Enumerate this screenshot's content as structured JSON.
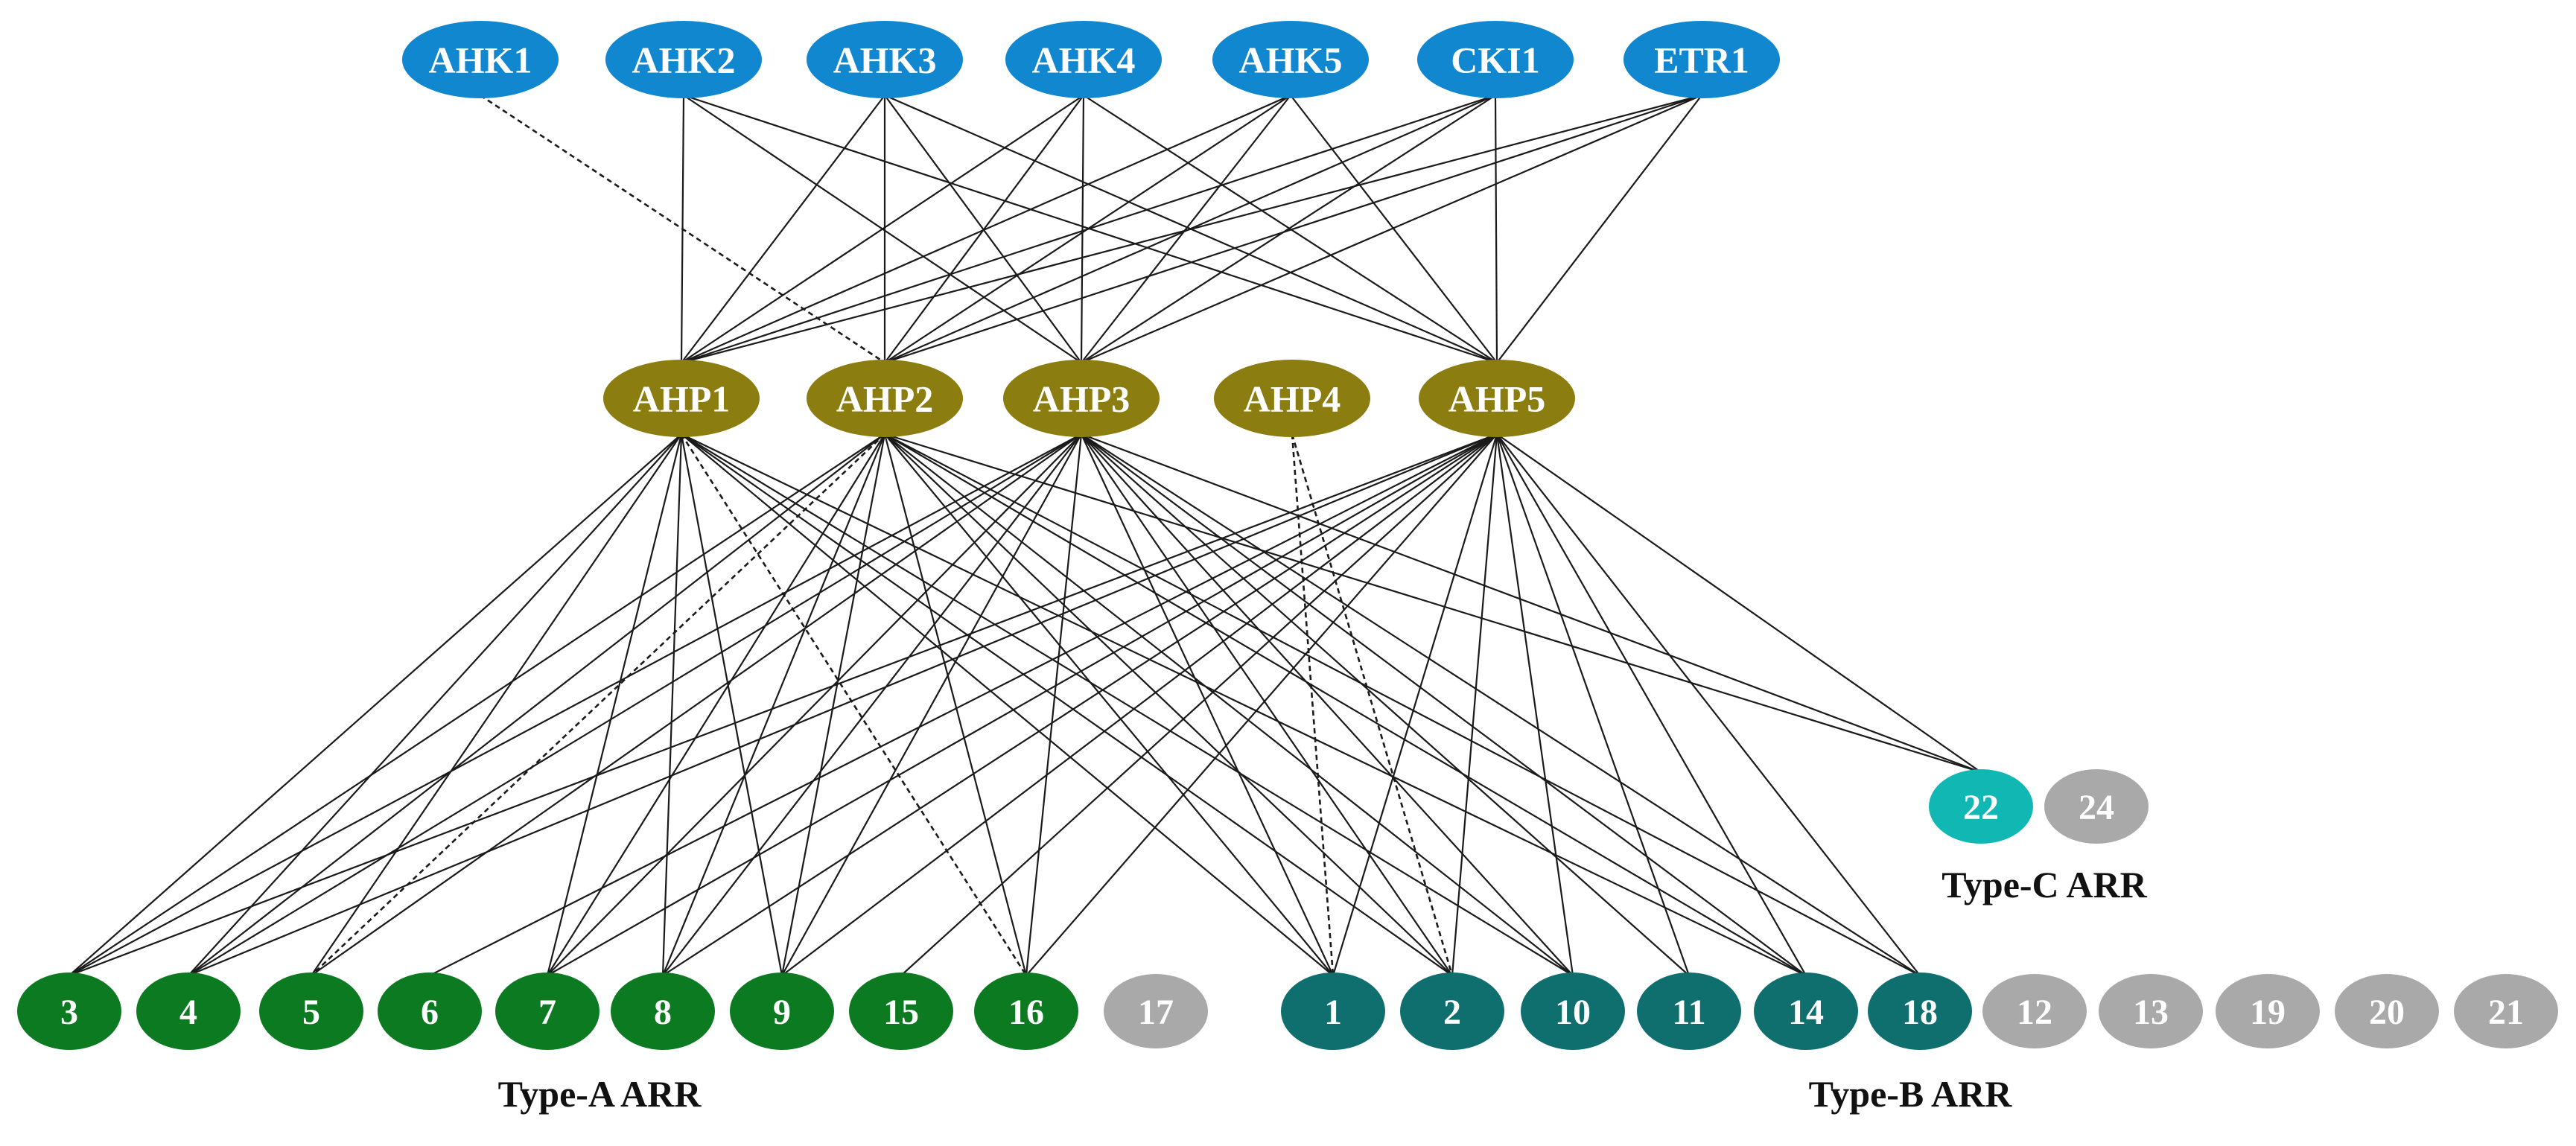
{
  "colors": {
    "ahk": "#1187cf",
    "ahp": "#8b7d0f",
    "type_a": "#0c7a21",
    "type_b": "#0e6f6e",
    "type_c": "#10b7b3",
    "inactive": "#a9a9a9",
    "edge": "#1a1a1a"
  },
  "groups": {
    "type_a": "Type-A ARR",
    "type_b": "Type-B ARR",
    "type_c": "Type-C ARR"
  },
  "nodes": [
    {
      "id": "AHK1",
      "label": "AHK1",
      "class": "ahk"
    },
    {
      "id": "AHK2",
      "label": "AHK2",
      "class": "ahk"
    },
    {
      "id": "AHK3",
      "label": "AHK3",
      "class": "ahk"
    },
    {
      "id": "AHK4",
      "label": "AHK4",
      "class": "ahk"
    },
    {
      "id": "AHK5",
      "label": "AHK5",
      "class": "ahk"
    },
    {
      "id": "CKI1",
      "label": "CKI1",
      "class": "ahk"
    },
    {
      "id": "ETR1",
      "label": "ETR1",
      "class": "ahk"
    },
    {
      "id": "AHP1",
      "label": "AHP1",
      "class": "ahp"
    },
    {
      "id": "AHP2",
      "label": "AHP2",
      "class": "ahp"
    },
    {
      "id": "AHP3",
      "label": "AHP3",
      "class": "ahp"
    },
    {
      "id": "AHP4",
      "label": "AHP4",
      "class": "ahp"
    },
    {
      "id": "AHP5",
      "label": "AHP5",
      "class": "ahp"
    },
    {
      "id": "A3",
      "label": "3",
      "class": "type_a"
    },
    {
      "id": "A4",
      "label": "4",
      "class": "type_a"
    },
    {
      "id": "A5",
      "label": "5",
      "class": "type_a"
    },
    {
      "id": "A6",
      "label": "6",
      "class": "type_a"
    },
    {
      "id": "A7",
      "label": "7",
      "class": "type_a"
    },
    {
      "id": "A8",
      "label": "8",
      "class": "type_a"
    },
    {
      "id": "A9",
      "label": "9",
      "class": "type_a"
    },
    {
      "id": "A15",
      "label": "15",
      "class": "type_a"
    },
    {
      "id": "A16",
      "label": "16",
      "class": "type_a"
    },
    {
      "id": "A17",
      "label": "17",
      "class": "inactive"
    },
    {
      "id": "B1",
      "label": "1",
      "class": "type_b"
    },
    {
      "id": "B2",
      "label": "2",
      "class": "type_b"
    },
    {
      "id": "B10",
      "label": "10",
      "class": "type_b"
    },
    {
      "id": "B11",
      "label": "11",
      "class": "type_b"
    },
    {
      "id": "B14",
      "label": "14",
      "class": "type_b"
    },
    {
      "id": "B18",
      "label": "18",
      "class": "type_b"
    },
    {
      "id": "B12",
      "label": "12",
      "class": "inactive"
    },
    {
      "id": "B13",
      "label": "13",
      "class": "inactive"
    },
    {
      "id": "B19",
      "label": "19",
      "class": "inactive"
    },
    {
      "id": "B20",
      "label": "20",
      "class": "inactive"
    },
    {
      "id": "B21",
      "label": "21",
      "class": "inactive"
    },
    {
      "id": "C22",
      "label": "22",
      "class": "type_c"
    },
    {
      "id": "C24",
      "label": "24",
      "class": "inactive"
    }
  ],
  "edges": [
    {
      "from": "AHK1",
      "to": "AHP2",
      "style": "dashed"
    },
    {
      "from": "AHK2",
      "to": "AHP1",
      "style": "solid"
    },
    {
      "from": "AHK2",
      "to": "AHP3",
      "style": "solid"
    },
    {
      "from": "AHK2",
      "to": "AHP5",
      "style": "solid"
    },
    {
      "from": "AHK3",
      "to": "AHP1",
      "style": "solid"
    },
    {
      "from": "AHK3",
      "to": "AHP2",
      "style": "solid"
    },
    {
      "from": "AHK3",
      "to": "AHP3",
      "style": "solid"
    },
    {
      "from": "AHK3",
      "to": "AHP5",
      "style": "solid"
    },
    {
      "from": "AHK4",
      "to": "AHP1",
      "style": "solid"
    },
    {
      "from": "AHK4",
      "to": "AHP2",
      "style": "solid"
    },
    {
      "from": "AHK4",
      "to": "AHP3",
      "style": "solid"
    },
    {
      "from": "AHK4",
      "to": "AHP5",
      "style": "solid"
    },
    {
      "from": "AHK5",
      "to": "AHP1",
      "style": "solid"
    },
    {
      "from": "AHK5",
      "to": "AHP2",
      "style": "solid"
    },
    {
      "from": "AHK5",
      "to": "AHP3",
      "style": "solid"
    },
    {
      "from": "AHK5",
      "to": "AHP5",
      "style": "solid"
    },
    {
      "from": "CKI1",
      "to": "AHP1",
      "style": "solid"
    },
    {
      "from": "CKI1",
      "to": "AHP2",
      "style": "solid"
    },
    {
      "from": "CKI1",
      "to": "AHP3",
      "style": "solid"
    },
    {
      "from": "CKI1",
      "to": "AHP5",
      "style": "solid"
    },
    {
      "from": "ETR1",
      "to": "AHP1",
      "style": "solid"
    },
    {
      "from": "ETR1",
      "to": "AHP2",
      "style": "solid"
    },
    {
      "from": "ETR1",
      "to": "AHP3",
      "style": "solid"
    },
    {
      "from": "ETR1",
      "to": "AHP5",
      "style": "solid"
    },
    {
      "from": "AHP1",
      "to": "A3",
      "style": "solid"
    },
    {
      "from": "AHP1",
      "to": "A4",
      "style": "solid"
    },
    {
      "from": "AHP1",
      "to": "A5",
      "style": "solid"
    },
    {
      "from": "AHP1",
      "to": "A7",
      "style": "solid"
    },
    {
      "from": "AHP1",
      "to": "A8",
      "style": "solid"
    },
    {
      "from": "AHP1",
      "to": "A9",
      "style": "solid"
    },
    {
      "from": "AHP1",
      "to": "A16",
      "style": "dashed"
    },
    {
      "from": "AHP1",
      "to": "B1",
      "style": "solid"
    },
    {
      "from": "AHP1",
      "to": "B2",
      "style": "solid"
    },
    {
      "from": "AHP1",
      "to": "B10",
      "style": "solid"
    },
    {
      "from": "AHP1",
      "to": "B14",
      "style": "solid"
    },
    {
      "from": "AHP2",
      "to": "A3",
      "style": "solid"
    },
    {
      "from": "AHP2",
      "to": "A4",
      "style": "solid"
    },
    {
      "from": "AHP2",
      "to": "A5",
      "style": "dashed"
    },
    {
      "from": "AHP2",
      "to": "A7",
      "style": "solid"
    },
    {
      "from": "AHP2",
      "to": "A8",
      "style": "solid"
    },
    {
      "from": "AHP2",
      "to": "A9",
      "style": "solid"
    },
    {
      "from": "AHP2",
      "to": "A16",
      "style": "solid"
    },
    {
      "from": "AHP2",
      "to": "B1",
      "style": "solid"
    },
    {
      "from": "AHP2",
      "to": "B2",
      "style": "solid"
    },
    {
      "from": "AHP2",
      "to": "B10",
      "style": "solid"
    },
    {
      "from": "AHP2",
      "to": "B14",
      "style": "solid"
    },
    {
      "from": "AHP2",
      "to": "B18",
      "style": "solid"
    },
    {
      "from": "AHP2",
      "to": "C22",
      "style": "solid"
    },
    {
      "from": "AHP3",
      "to": "A3",
      "style": "solid"
    },
    {
      "from": "AHP3",
      "to": "A4",
      "style": "solid"
    },
    {
      "from": "AHP3",
      "to": "A5",
      "style": "solid"
    },
    {
      "from": "AHP3",
      "to": "A7",
      "style": "solid"
    },
    {
      "from": "AHP3",
      "to": "A8",
      "style": "solid"
    },
    {
      "from": "AHP3",
      "to": "A9",
      "style": "solid"
    },
    {
      "from": "AHP3",
      "to": "A16",
      "style": "solid"
    },
    {
      "from": "AHP3",
      "to": "B1",
      "style": "solid"
    },
    {
      "from": "AHP3",
      "to": "B2",
      "style": "solid"
    },
    {
      "from": "AHP3",
      "to": "B10",
      "style": "solid"
    },
    {
      "from": "AHP3",
      "to": "B11",
      "style": "solid"
    },
    {
      "from": "AHP3",
      "to": "B14",
      "style": "solid"
    },
    {
      "from": "AHP3",
      "to": "B18",
      "style": "solid"
    },
    {
      "from": "AHP3",
      "to": "C22",
      "style": "solid"
    },
    {
      "from": "AHP4",
      "to": "B1",
      "style": "dashed"
    },
    {
      "from": "AHP4",
      "to": "B2",
      "style": "dashed"
    },
    {
      "from": "AHP5",
      "to": "A3",
      "style": "solid"
    },
    {
      "from": "AHP5",
      "to": "A4",
      "style": "solid"
    },
    {
      "from": "AHP5",
      "to": "A6",
      "style": "solid"
    },
    {
      "from": "AHP5",
      "to": "A7",
      "style": "solid"
    },
    {
      "from": "AHP5",
      "to": "A8",
      "style": "solid"
    },
    {
      "from": "AHP5",
      "to": "A9",
      "style": "solid"
    },
    {
      "from": "AHP5",
      "to": "A15",
      "style": "solid"
    },
    {
      "from": "AHP5",
      "to": "A16",
      "style": "solid"
    },
    {
      "from": "AHP5",
      "to": "B1",
      "style": "solid"
    },
    {
      "from": "AHP5",
      "to": "B2",
      "style": "solid"
    },
    {
      "from": "AHP5",
      "to": "B10",
      "style": "solid"
    },
    {
      "from": "AHP5",
      "to": "B11",
      "style": "solid"
    },
    {
      "from": "AHP5",
      "to": "B14",
      "style": "solid"
    },
    {
      "from": "AHP5",
      "to": "B18",
      "style": "solid"
    },
    {
      "from": "AHP5",
      "to": "C22",
      "style": "solid"
    }
  ]
}
